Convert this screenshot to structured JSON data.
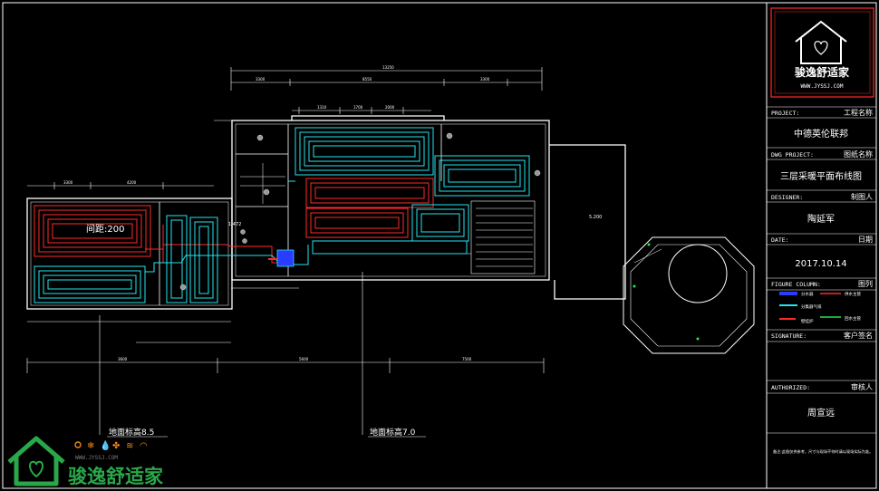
{
  "drawing": {
    "room_label": "间距:200",
    "level_label_left": "地面标高8.5",
    "level_label_center": "地面标高7.0",
    "level_small": "1.472",
    "level_right": "5.200"
  },
  "title_block": {
    "brand_name": "骏逸舒适家",
    "brand_url": "WWW.JYSSJ.COM",
    "project_label": "PROJECT:",
    "project_right": "工程名称",
    "project_value": "中德英伦联邦",
    "dwg_label": "DWG PROJECT:",
    "dwg_right": "图纸名称",
    "dwg_value": "三层采暖平面布线图",
    "designer_label": "DESIGNER:",
    "designer_right": "制图人",
    "designer_value": "陶延军",
    "date_label": "DATE:",
    "date_right": "日期",
    "date_value": "2017.10.14",
    "figure_label": "FIGURE COLUMN:",
    "figure_right": "图列",
    "legend": [
      {
        "text": "分水器",
        "color": "#2a3cff"
      },
      {
        "text": "供水主管",
        "color": "#ff2a2a"
      },
      {
        "text": "分集器气排",
        "color": "#22e6ee"
      },
      {
        "text": "回水主管",
        "color": "#22e64a"
      }
    ],
    "legend_extra": "壁挂炉",
    "signature_label": "SIGNATURE:",
    "signature_right": "客户签名",
    "authorized_label": "AUTHORIZED:",
    "authorized_right": "审核人",
    "authorized_value": "周宣远",
    "note": "备注:此图仅供参考，尺寸与现场不符时请以现场实际为准。"
  },
  "watermark": {
    "name": "骏逸舒适家",
    "url": "WWW.JYSSJ.COM"
  },
  "colors": {
    "supply": "#ff2a2a",
    "return": "#22e6ee",
    "wall": "#ffffff",
    "border": "#ff2a2a"
  }
}
